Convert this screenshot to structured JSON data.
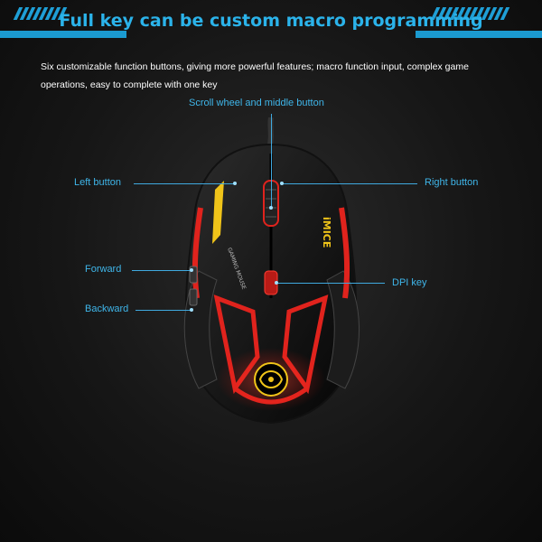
{
  "header": {
    "title": "Full key can be custom macro programming",
    "accent": "#2bb3ea"
  },
  "description": "Six customizable function buttons, giving more powerful features; macro function input, complex game operations, easy to complete with one key",
  "labels": {
    "scroll": "Scroll wheel and middle button",
    "left": "Left button",
    "right": "Right button",
    "forward": "Forward",
    "backward": "Backward",
    "dpi": "DPI key"
  },
  "mouse": {
    "brand": "iMICE",
    "side_text": "GAMING MOUSE",
    "glow_color": "#e0231d"
  }
}
